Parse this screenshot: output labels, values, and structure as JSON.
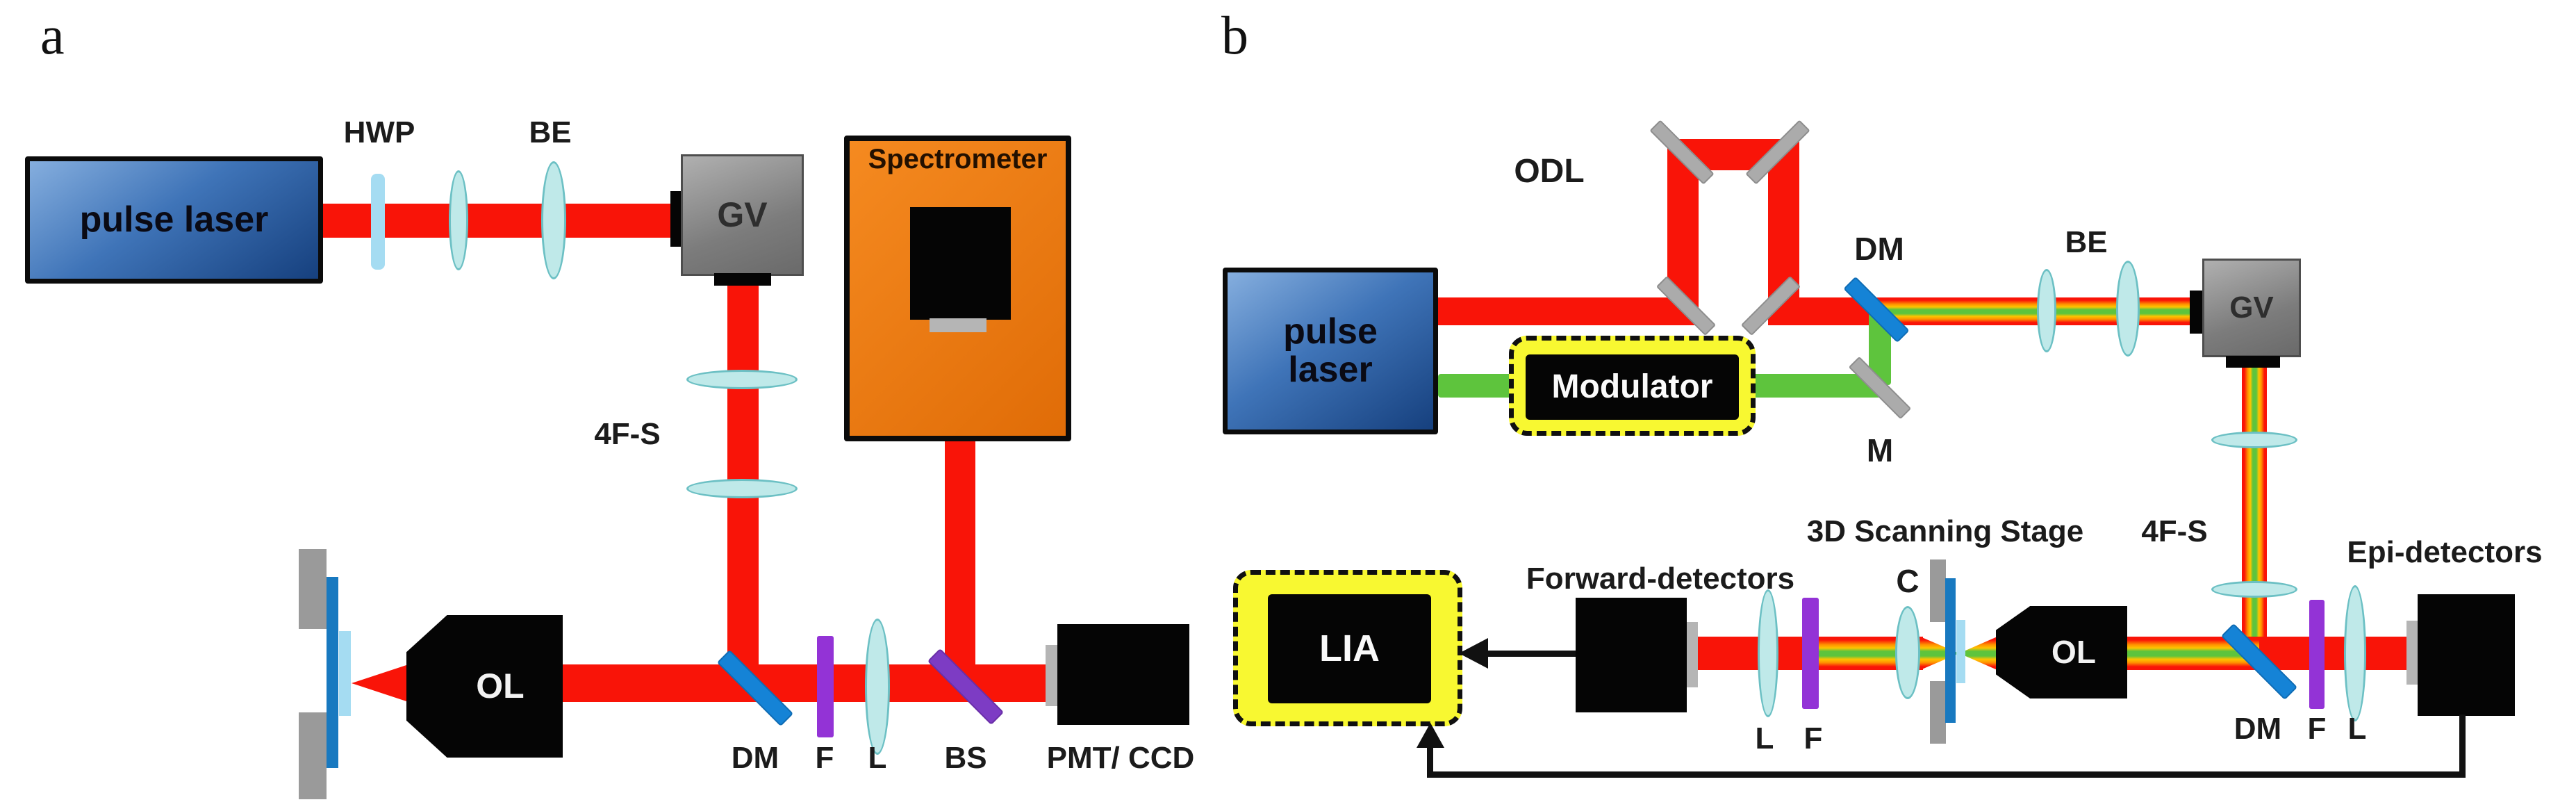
{
  "figure": {
    "panel_a_letter": "a",
    "panel_b_letter": "b"
  },
  "panel_a": {
    "laser": "pulse laser",
    "hwp": "HWP",
    "be": "BE",
    "gv": "GV",
    "four_f": "4F-S",
    "spectrometer": "Spectrometer",
    "ol": "OL",
    "dm": "DM",
    "filter": "F",
    "lens": "L",
    "bs": "BS",
    "pmt": "PMT/ CCD"
  },
  "panel_b": {
    "laser_line1": "pulse",
    "laser_line2": "laser",
    "odl": "ODL",
    "modulator": "Modulator",
    "mirror": "M",
    "dm_top": "DM",
    "be": "BE",
    "gv": "GV",
    "four_f": "4F-S",
    "lia": "LIA",
    "forward_detectors": "Forward-detectors",
    "lens_forward": "L",
    "filter_forward": "F",
    "stage": "3D Scanning Stage",
    "condenser": "C",
    "ol": "OL",
    "dm_bottom": "DM",
    "filter_epi": "F",
    "lens_epi": "L",
    "epi_detectors": "Epi-detectors"
  },
  "colors": {
    "beam_red": "#f91408",
    "beam_green": "#5ec43d",
    "beam_orange": "#ff9100",
    "lens_fill": "#bfe9e9",
    "lens_edge": "#6cc0c4",
    "mirror_gray": "#ababab",
    "dm_blue": "#1583d6",
    "filter_purple": "#9333d6",
    "bs_purple": "#7d3cc4",
    "laser_blue_light": "#85aede",
    "laser_blue_dark": "#16407e",
    "spectrometer_orange": "#ef7d13",
    "odl_fill": "#dbe7f3",
    "highlight_yellow": "#f8f831",
    "sample_blue": "#1879c0",
    "sample_pad": "#a5dcf2",
    "stage_gray": "#9a9a9a"
  }
}
